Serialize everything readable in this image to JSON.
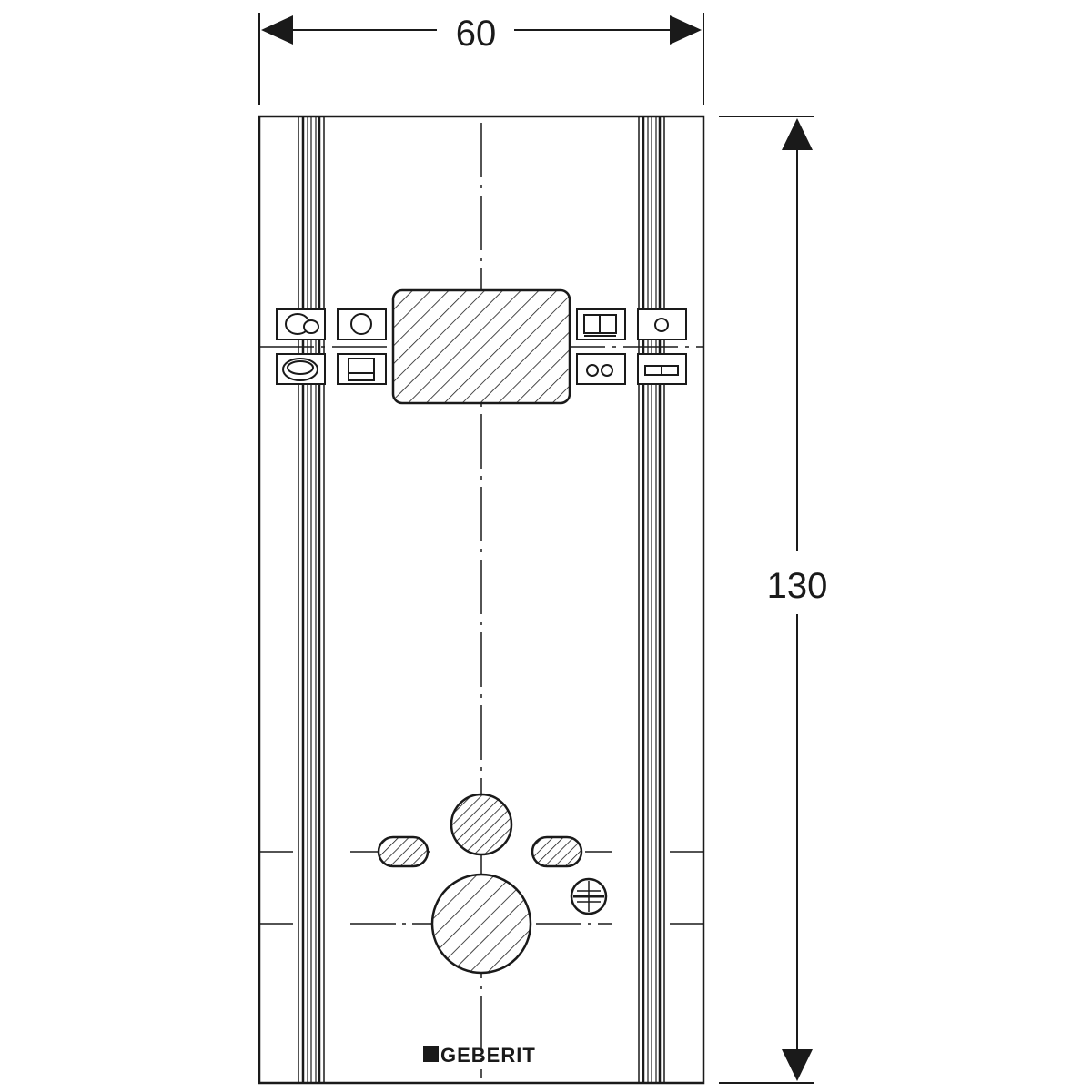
{
  "dimensions": {
    "width_label": "60",
    "height_label": "130"
  },
  "brand": {
    "logo_text": "GEBERIT"
  },
  "colors": {
    "line": "#1a1a1a",
    "background": "#ffffff"
  },
  "flush_plate_icons": {
    "count": 8
  },
  "icon_names": [
    "double-circle-icon",
    "circle-icon",
    "plate-icon",
    "small-circle-icon",
    "oval-icon",
    "square-icon",
    "two-dots-icon",
    "dual-button-icon",
    "siphon-symbol-icon"
  ]
}
